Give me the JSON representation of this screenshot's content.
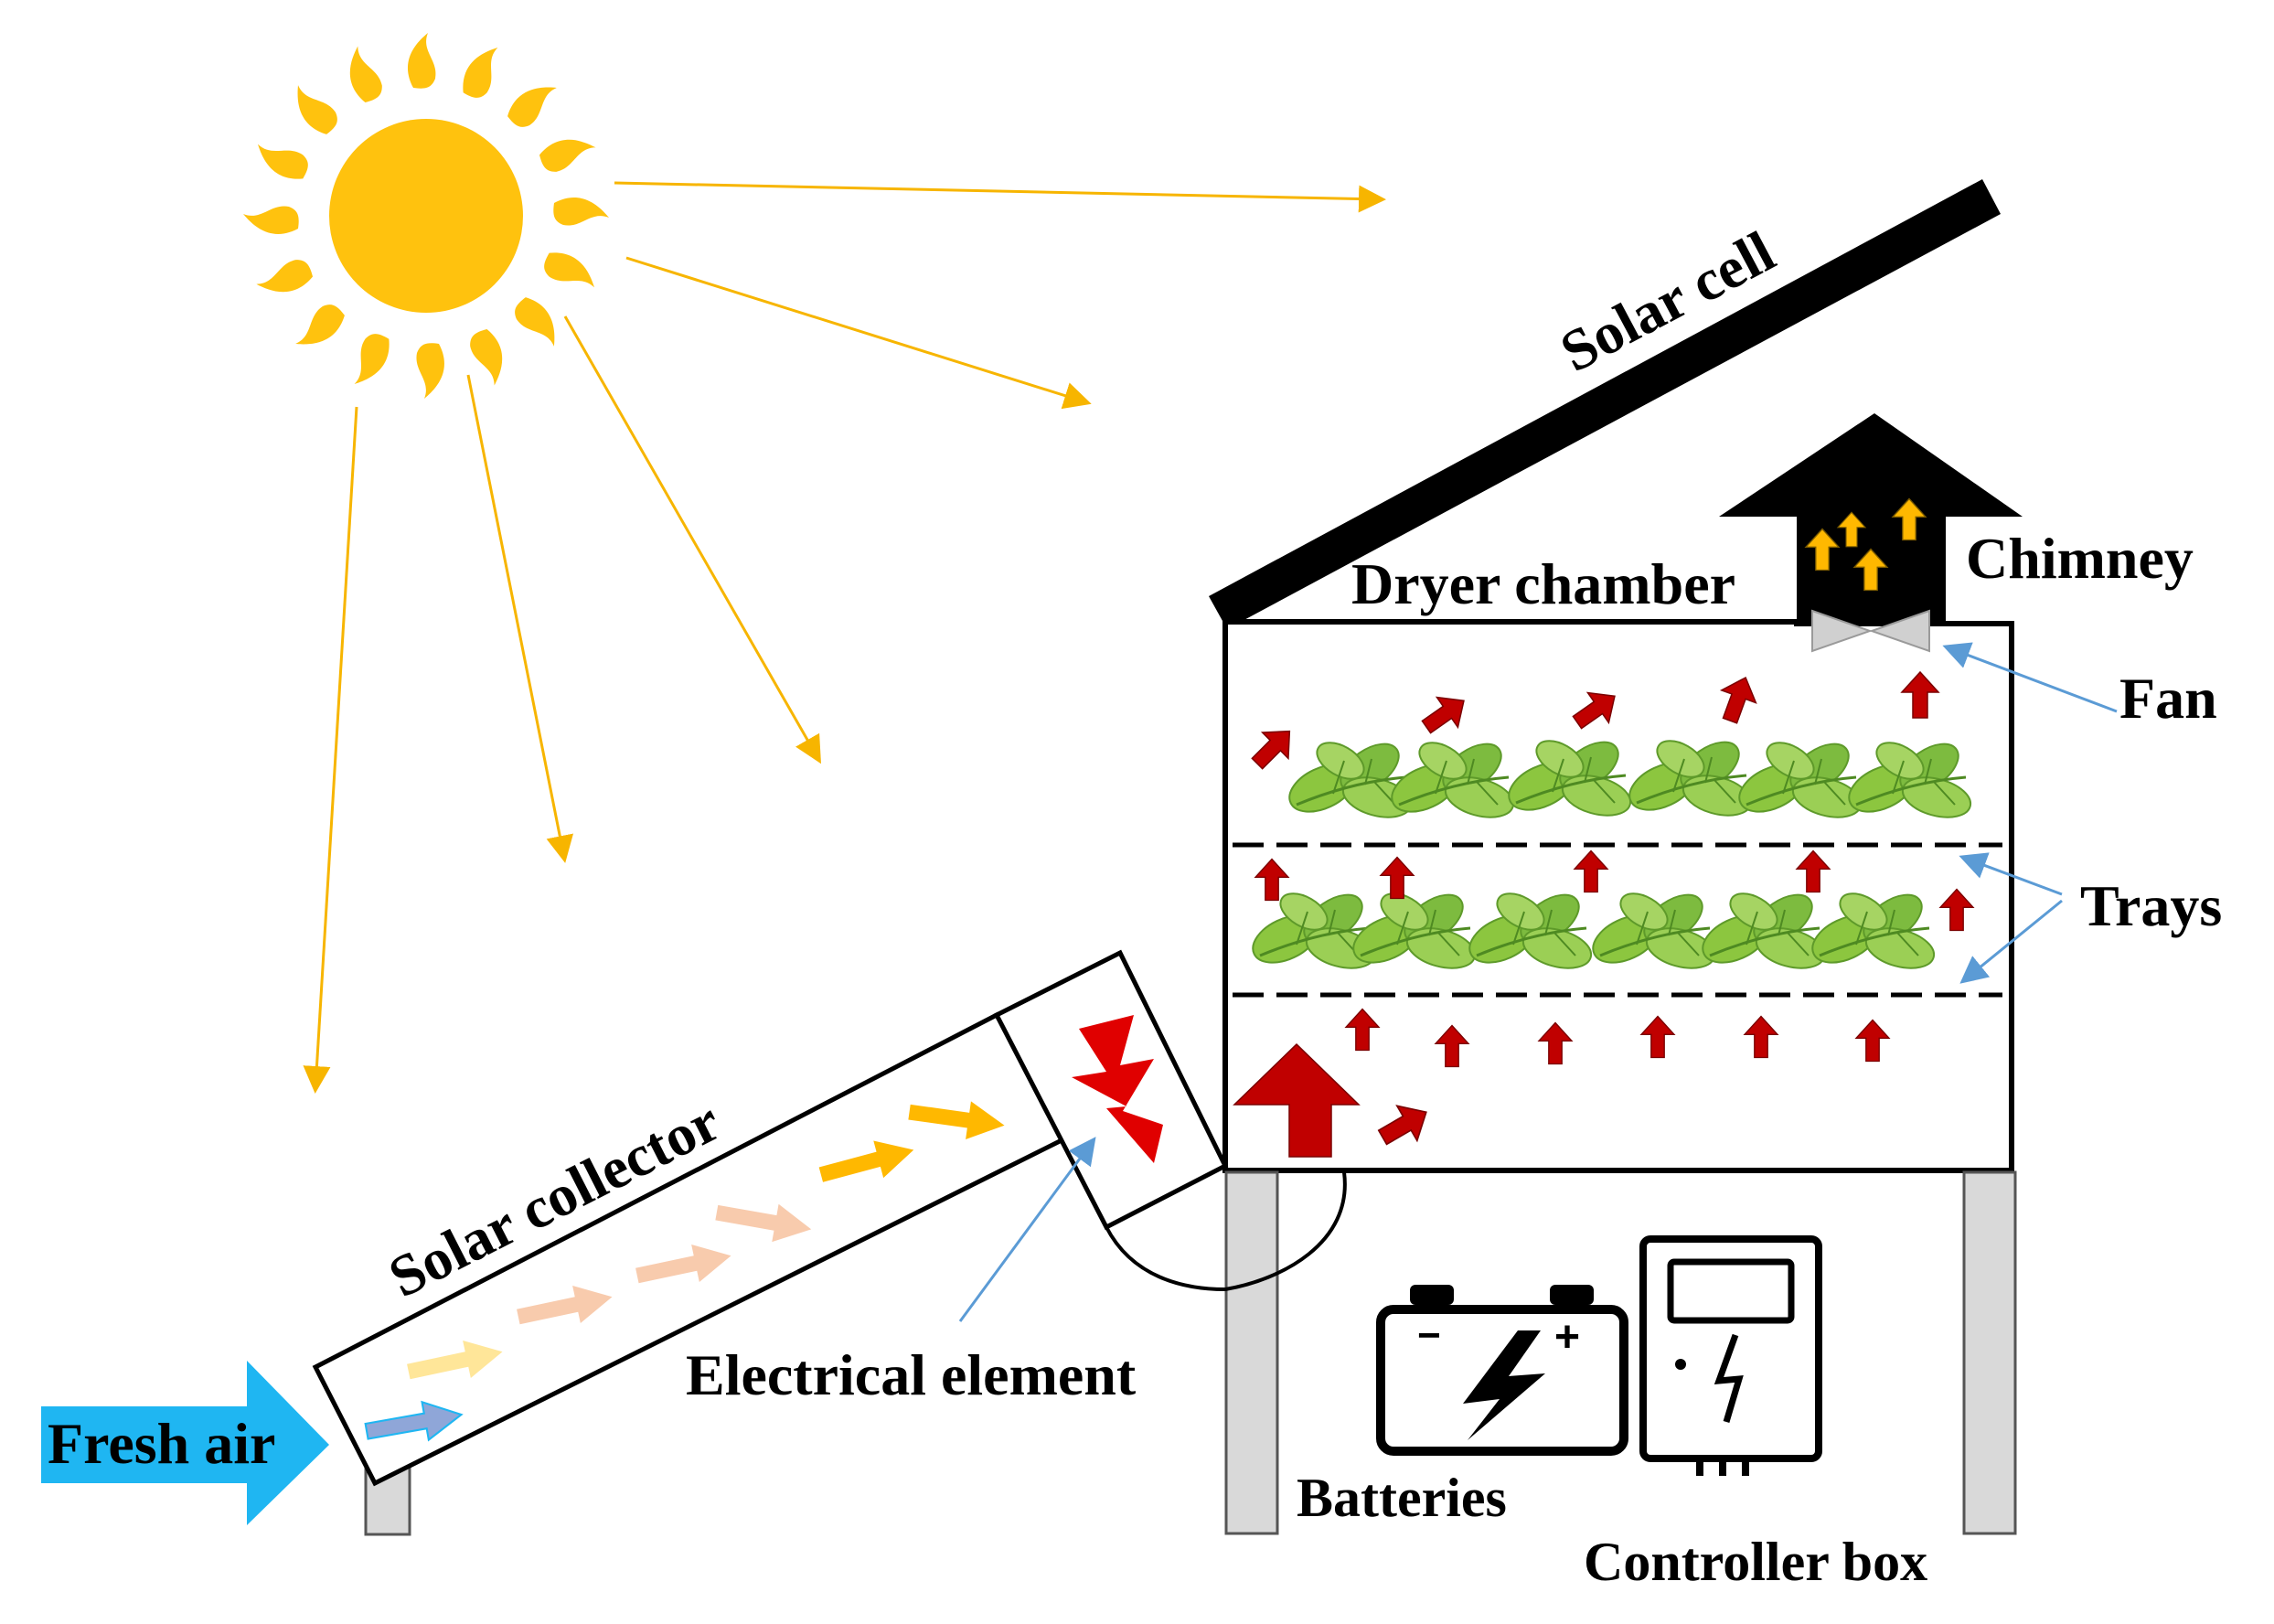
{
  "labels": {
    "solar_cell": "Solar cell",
    "chimney": "Chimney",
    "dryer_chamber": "Dryer chamber",
    "fan": "Fan",
    "trays": "Trays",
    "solar_collector": "Solar collector",
    "electrical_element": "Electrical element",
    "fresh_air": "Fresh air",
    "batteries": "Batteries",
    "controller_box": "Controller box"
  },
  "battery_terminals": {
    "minus": "−",
    "plus": "+"
  },
  "icons": [
    "sun-icon",
    "battery-icon",
    "controller-box-icon",
    "lightning-icon",
    "fan-icon",
    "leaf-icon"
  ],
  "colors": {
    "sun": "#FFC20E",
    "sun_ray": "#F7B500",
    "hot_air": "#C00000",
    "chimney_air": "#FFB800",
    "fresh_air": "#1FB6F2",
    "leaf": "#7DBB3F",
    "leg": "#D9D9D9"
  }
}
